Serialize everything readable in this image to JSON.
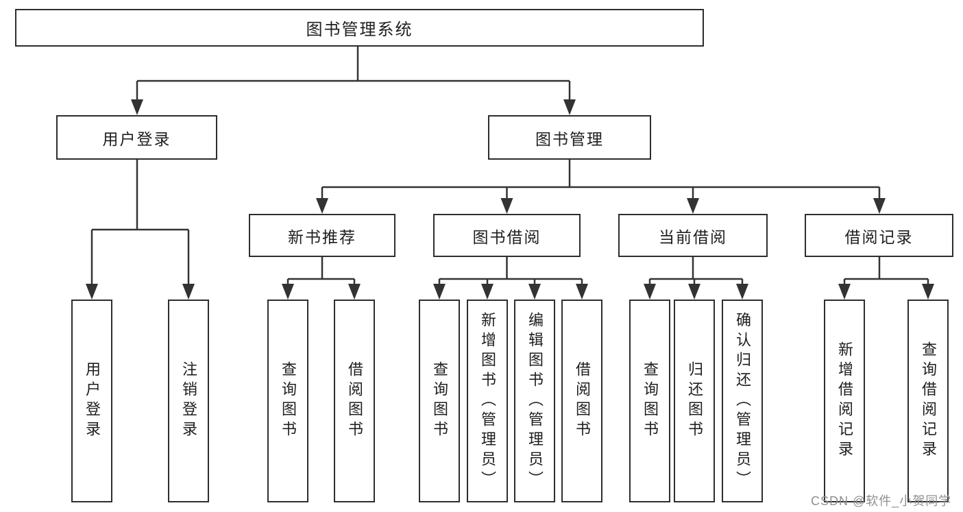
{
  "watermark": {
    "text": "CSDN @软件_小贺同学",
    "color": "#8f8f8f"
  },
  "colors": {
    "line": "#333333",
    "box_border": "#2d2d2d",
    "box_text": "#1e1e1e",
    "background": "#ffffff"
  },
  "diagram": {
    "type": "tree",
    "root": {
      "label": "图书管理系统"
    },
    "children": [
      {
        "label": "用户登录",
        "children": [
          "用户登录",
          "注销登录"
        ]
      },
      {
        "label": "图书管理",
        "children": [
          {
            "label": "新书推荐",
            "children": [
              "查询图书",
              "借阅图书"
            ]
          },
          {
            "label": "图书借阅",
            "children": [
              "查询图书",
              "新增图书（管理员）",
              "编辑图书（管理员）",
              "借阅图书"
            ]
          },
          {
            "label": "当前借阅",
            "children": [
              "查询图书",
              "归还图书",
              "确认归还（管理员）"
            ]
          },
          {
            "label": "借阅记录",
            "children": [
              "新增借阅记录",
              "查询借阅记录"
            ]
          }
        ]
      }
    ]
  }
}
